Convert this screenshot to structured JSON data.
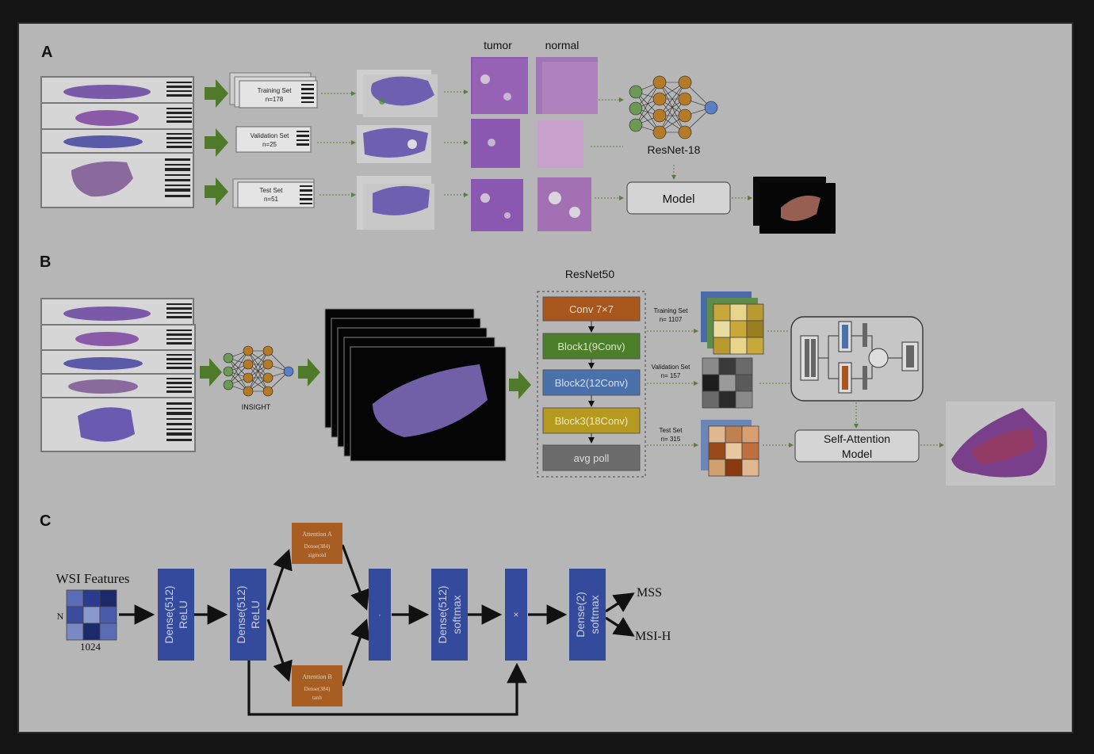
{
  "sections": {
    "a": "A",
    "b": "B",
    "c": "C"
  },
  "panelA": {
    "tumor": "tumor",
    "normal": "normal",
    "training": {
      "name": "Training Set",
      "n": "n=178"
    },
    "validation": {
      "name": "Validation Set",
      "n": "n=25"
    },
    "test": {
      "name": "Test Set",
      "n": "n=51"
    },
    "resnet": "ResNet-18",
    "model": "Model"
  },
  "panelB": {
    "insight": "INSIGHT",
    "resnet": "ResNet50",
    "blocks": [
      "Conv 7×7",
      "Block1(9Conv)",
      "Block2(12Conv)",
      "Block3(18Conv)",
      "avg poll"
    ],
    "training": {
      "name": "Training Set",
      "n": "n= 1107"
    },
    "validation": {
      "name": "Validation Set",
      "n": "n= 157"
    },
    "test": {
      "name": "Test Set",
      "n": "n= 315"
    },
    "sam1": "Self-Attention",
    "sam2": "Model"
  },
  "panelC": {
    "wsi": "WSI Features",
    "n": "N",
    "dim": "1024",
    "dense1": {
      "a": "Dense(512)",
      "b": "ReLU"
    },
    "dense2": {
      "a": "Dense(512)",
      "b": "ReLU"
    },
    "attA": {
      "t": "Attention A",
      "l1": "Dense(384)",
      "l2": "sigmoid"
    },
    "attB": {
      "t": "Attention B",
      "l1": "Dense(384)",
      "l2": "tanh"
    },
    "mult1": "·",
    "dense3": {
      "a": "Dense(512)",
      "b": "softmax"
    },
    "mult2": "×",
    "dense4": {
      "a": "Dense(2)",
      "b": "softmax"
    },
    "mss": "MSS",
    "msih": "MSI-H"
  },
  "colors": {
    "background": "#b6b6b6",
    "green_arrow": "#4f7a2a",
    "node_green": "#6c9a55",
    "node_orange": "#b57a25",
    "node_blue": "#5a7fc4",
    "conv_orange": "#a9561d",
    "block_green": "#4d7f2a",
    "block_blue": "#4b71ad",
    "block_yellow": "#b69a1f",
    "block_gray": "#6c6c6c",
    "dense_blue": "#344a9c",
    "att_orange": "#a85d22",
    "tissue_purple": "#7160a8"
  }
}
